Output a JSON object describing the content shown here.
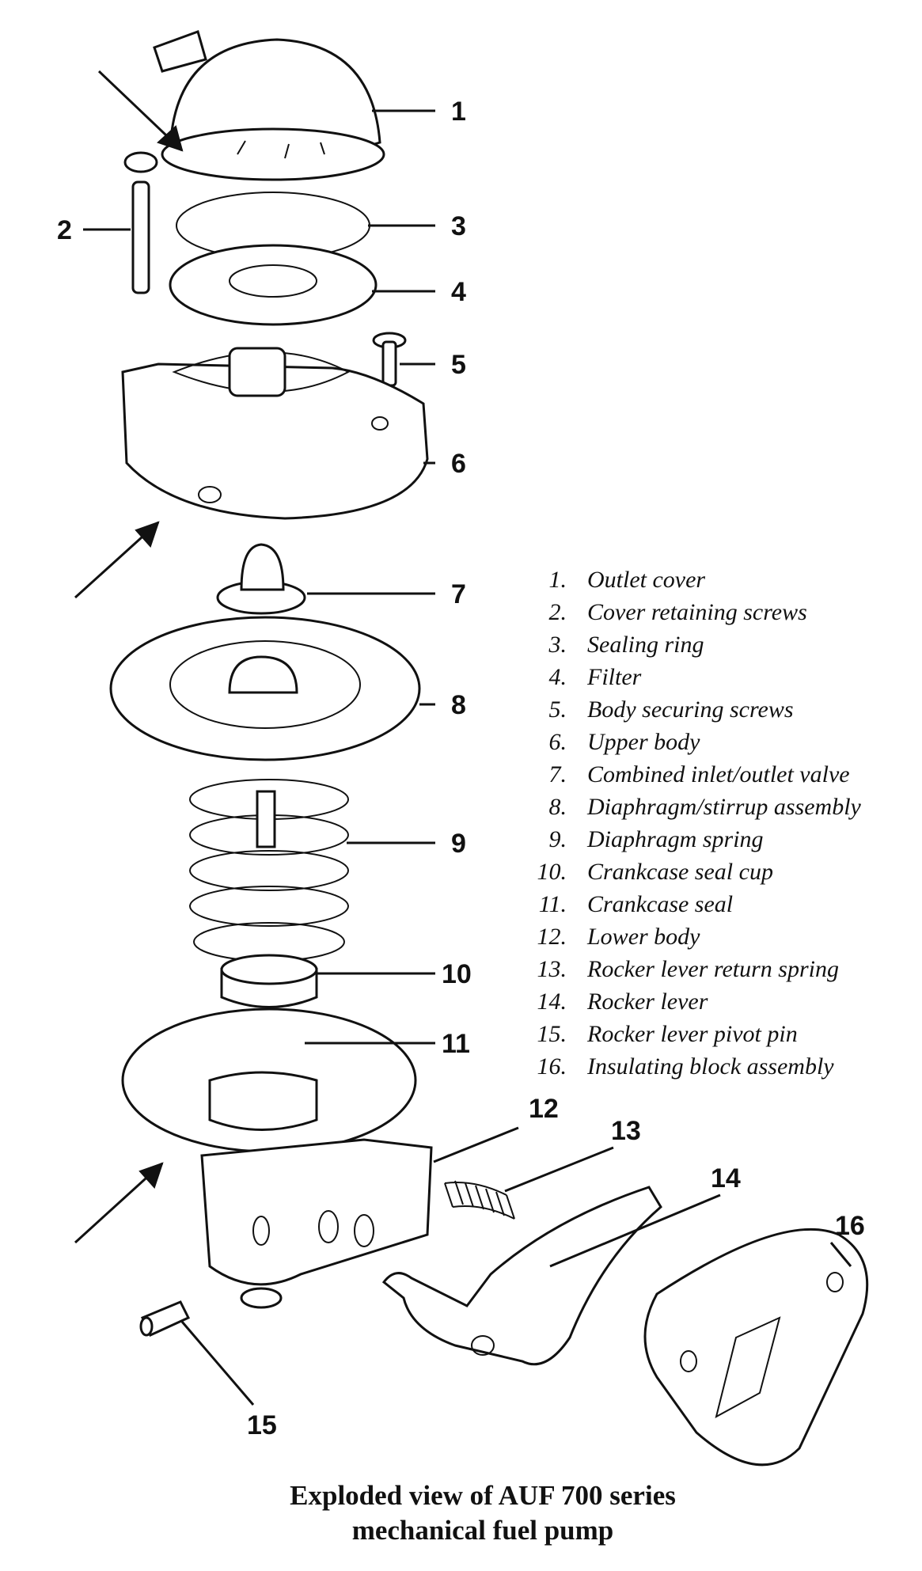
{
  "callouts": [
    "1",
    "2",
    "3",
    "4",
    "5",
    "6",
    "7",
    "8",
    "9",
    "10",
    "11",
    "12",
    "13",
    "14",
    "15",
    "16"
  ],
  "legend": [
    {
      "num": "1.",
      "label": "Outlet cover"
    },
    {
      "num": "2.",
      "label": "Cover retaining screws"
    },
    {
      "num": "3.",
      "label": "Sealing ring"
    },
    {
      "num": "4.",
      "label": "Filter"
    },
    {
      "num": "5.",
      "label": "Body securing screws"
    },
    {
      "num": "6.",
      "label": "Upper body"
    },
    {
      "num": "7.",
      "label": "Combined inlet/outlet valve"
    },
    {
      "num": "8.",
      "label": "Diaphragm/stirrup assembly"
    },
    {
      "num": "9.",
      "label": "Diaphragm spring"
    },
    {
      "num": "10.",
      "label": "Crankcase seal cup"
    },
    {
      "num": "11.",
      "label": "Crankcase seal"
    },
    {
      "num": "12.",
      "label": "Lower body"
    },
    {
      "num": "13.",
      "label": "Rocker lever return spring"
    },
    {
      "num": "14.",
      "label": "Rocker lever"
    },
    {
      "num": "15.",
      "label": "Rocker lever pivot pin"
    },
    {
      "num": "16.",
      "label": "Insulating block assembly"
    }
  ],
  "caption": {
    "line1": "Exploded view of AUF 700 series",
    "line2": "mechanical fuel pump"
  }
}
